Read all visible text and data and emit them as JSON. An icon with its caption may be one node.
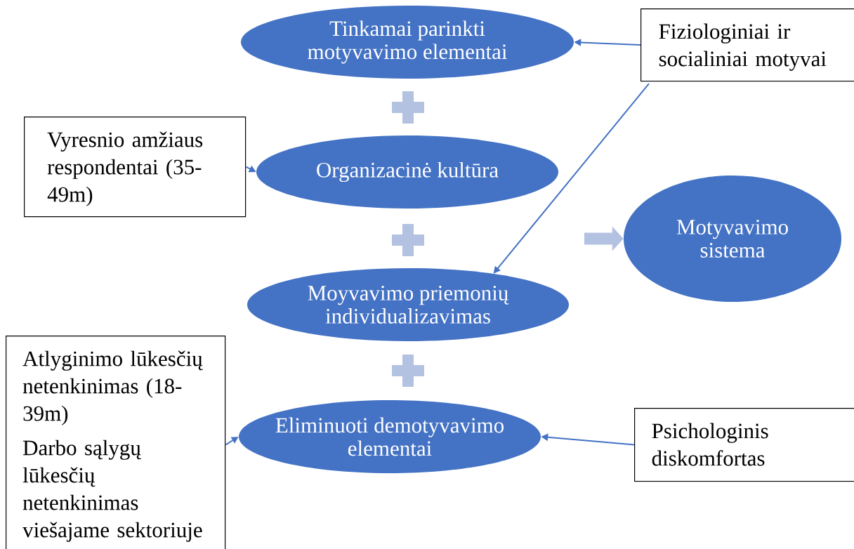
{
  "diagram": {
    "nodes": [
      {
        "text": [
          "Tinkamai parinkti motyvavimo elementai"
        ]
      },
      {
        "text": [
          "Fiziologiniai ir socialiniai motyvai"
        ]
      },
      {
        "text": [
          "Vyresnio amžiaus respondentai (35-49m)"
        ]
      },
      {
        "text": [
          "Organizacinė kultūra"
        ]
      },
      {
        "text": [
          "Motyvavimo sistema"
        ]
      },
      {
        "text": [
          "Moyvavimo priemonių individualizavimas"
        ]
      },
      {
        "text": [
          "Atlyginimo lūkesčių netenkinimas (18-39m)",
          "Darbo sąlygų lūkesčių netenkinimas viešajame sektoriuje"
        ]
      },
      {
        "text": [
          "Eliminuoti demotyvavimo elementai"
        ]
      },
      {
        "text": [
          "Psichologinis diskomfortas"
        ]
      }
    ],
    "edges": [
      {
        "from": 1,
        "to": 0,
        "arrow": "to"
      },
      {
        "from": 1,
        "to": 5,
        "arrow": "to"
      },
      {
        "from": 2,
        "to": 3,
        "arrow": "to"
      },
      {
        "from": 6,
        "to": 7,
        "arrow": "to"
      },
      {
        "from": 8,
        "to": 7,
        "arrow": "to"
      },
      {
        "from": null,
        "to": 4,
        "arrow": "to",
        "style": "thick",
        "color": "#b4c2e2"
      }
    ]
  }
}
